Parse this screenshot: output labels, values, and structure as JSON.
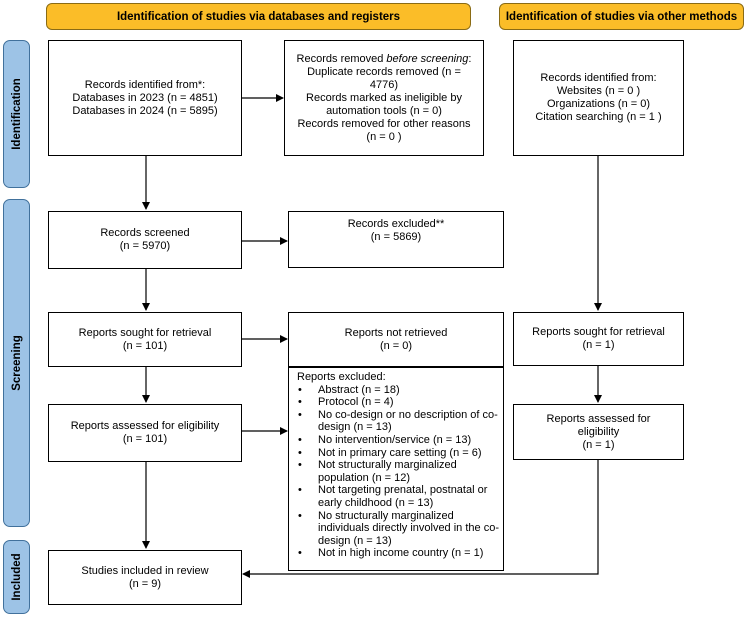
{
  "headers": {
    "databases": "Identification of studies via databases and registers",
    "other": "Identification of studies via other methods"
  },
  "phases": {
    "identification": "Identification",
    "screening": "Screening",
    "included": "Included"
  },
  "databases": {
    "identified": [
      "Records identified from*:",
      "Databases in 2023 (n = 4851)",
      "Databases in 2024 (n = 5895)"
    ],
    "removed": {
      "prefix": "Records removed ",
      "emphasis": "before screening",
      "suffix": ":",
      "lines": [
        "Duplicate records removed (n =",
        "4776)",
        "Records marked as ineligible by",
        "automation tools (n = 0)",
        "Records removed for other reasons",
        "(n = 0 )"
      ]
    },
    "screened": [
      "Records screened",
      "(n = 5970)"
    ],
    "excluded": [
      "Records excluded**",
      "(n = 5869)"
    ],
    "sought": [
      "Reports sought for retrieval",
      "(n = 101)"
    ],
    "not_retrieved": [
      "Reports not retrieved",
      "(n = 0)"
    ],
    "assessed": [
      "Reports assessed for eligibility",
      "(n = 101)"
    ],
    "reports_excluded": {
      "title": "Reports excluded:",
      "items": [
        "Abstract (n = 18)",
        "Protocol (n = 4)",
        "No co-design or no description of co-design (n = 13)",
        "No intervention/service (n = 13)",
        "Not in primary care setting (n = 6)",
        "Not structurally marginalized population (n = 12)",
        "Not targeting prenatal, postnatal or early childhood (n = 13)",
        "No structurally marginalized individuals directly involved in the co-design (n = 13)",
        "Not in high income country (n = 1)"
      ]
    },
    "included": [
      "Studies included in review",
      "(n = 9)"
    ]
  },
  "other": {
    "identified": [
      "Records identified from:",
      "Websites (n = 0 )",
      "Organizations (n = 0)",
      "Citation searching (n = 1 )"
    ],
    "sought": [
      "Reports sought for retrieval",
      "(n = 1)"
    ],
    "assessed": [
      "Reports assessed for",
      "eligibility",
      "(n = 1)"
    ]
  },
  "colors": {
    "header_fill": "#fbbd28",
    "phase_fill": "#9dc3e6",
    "phase_border": "#41719c"
  }
}
